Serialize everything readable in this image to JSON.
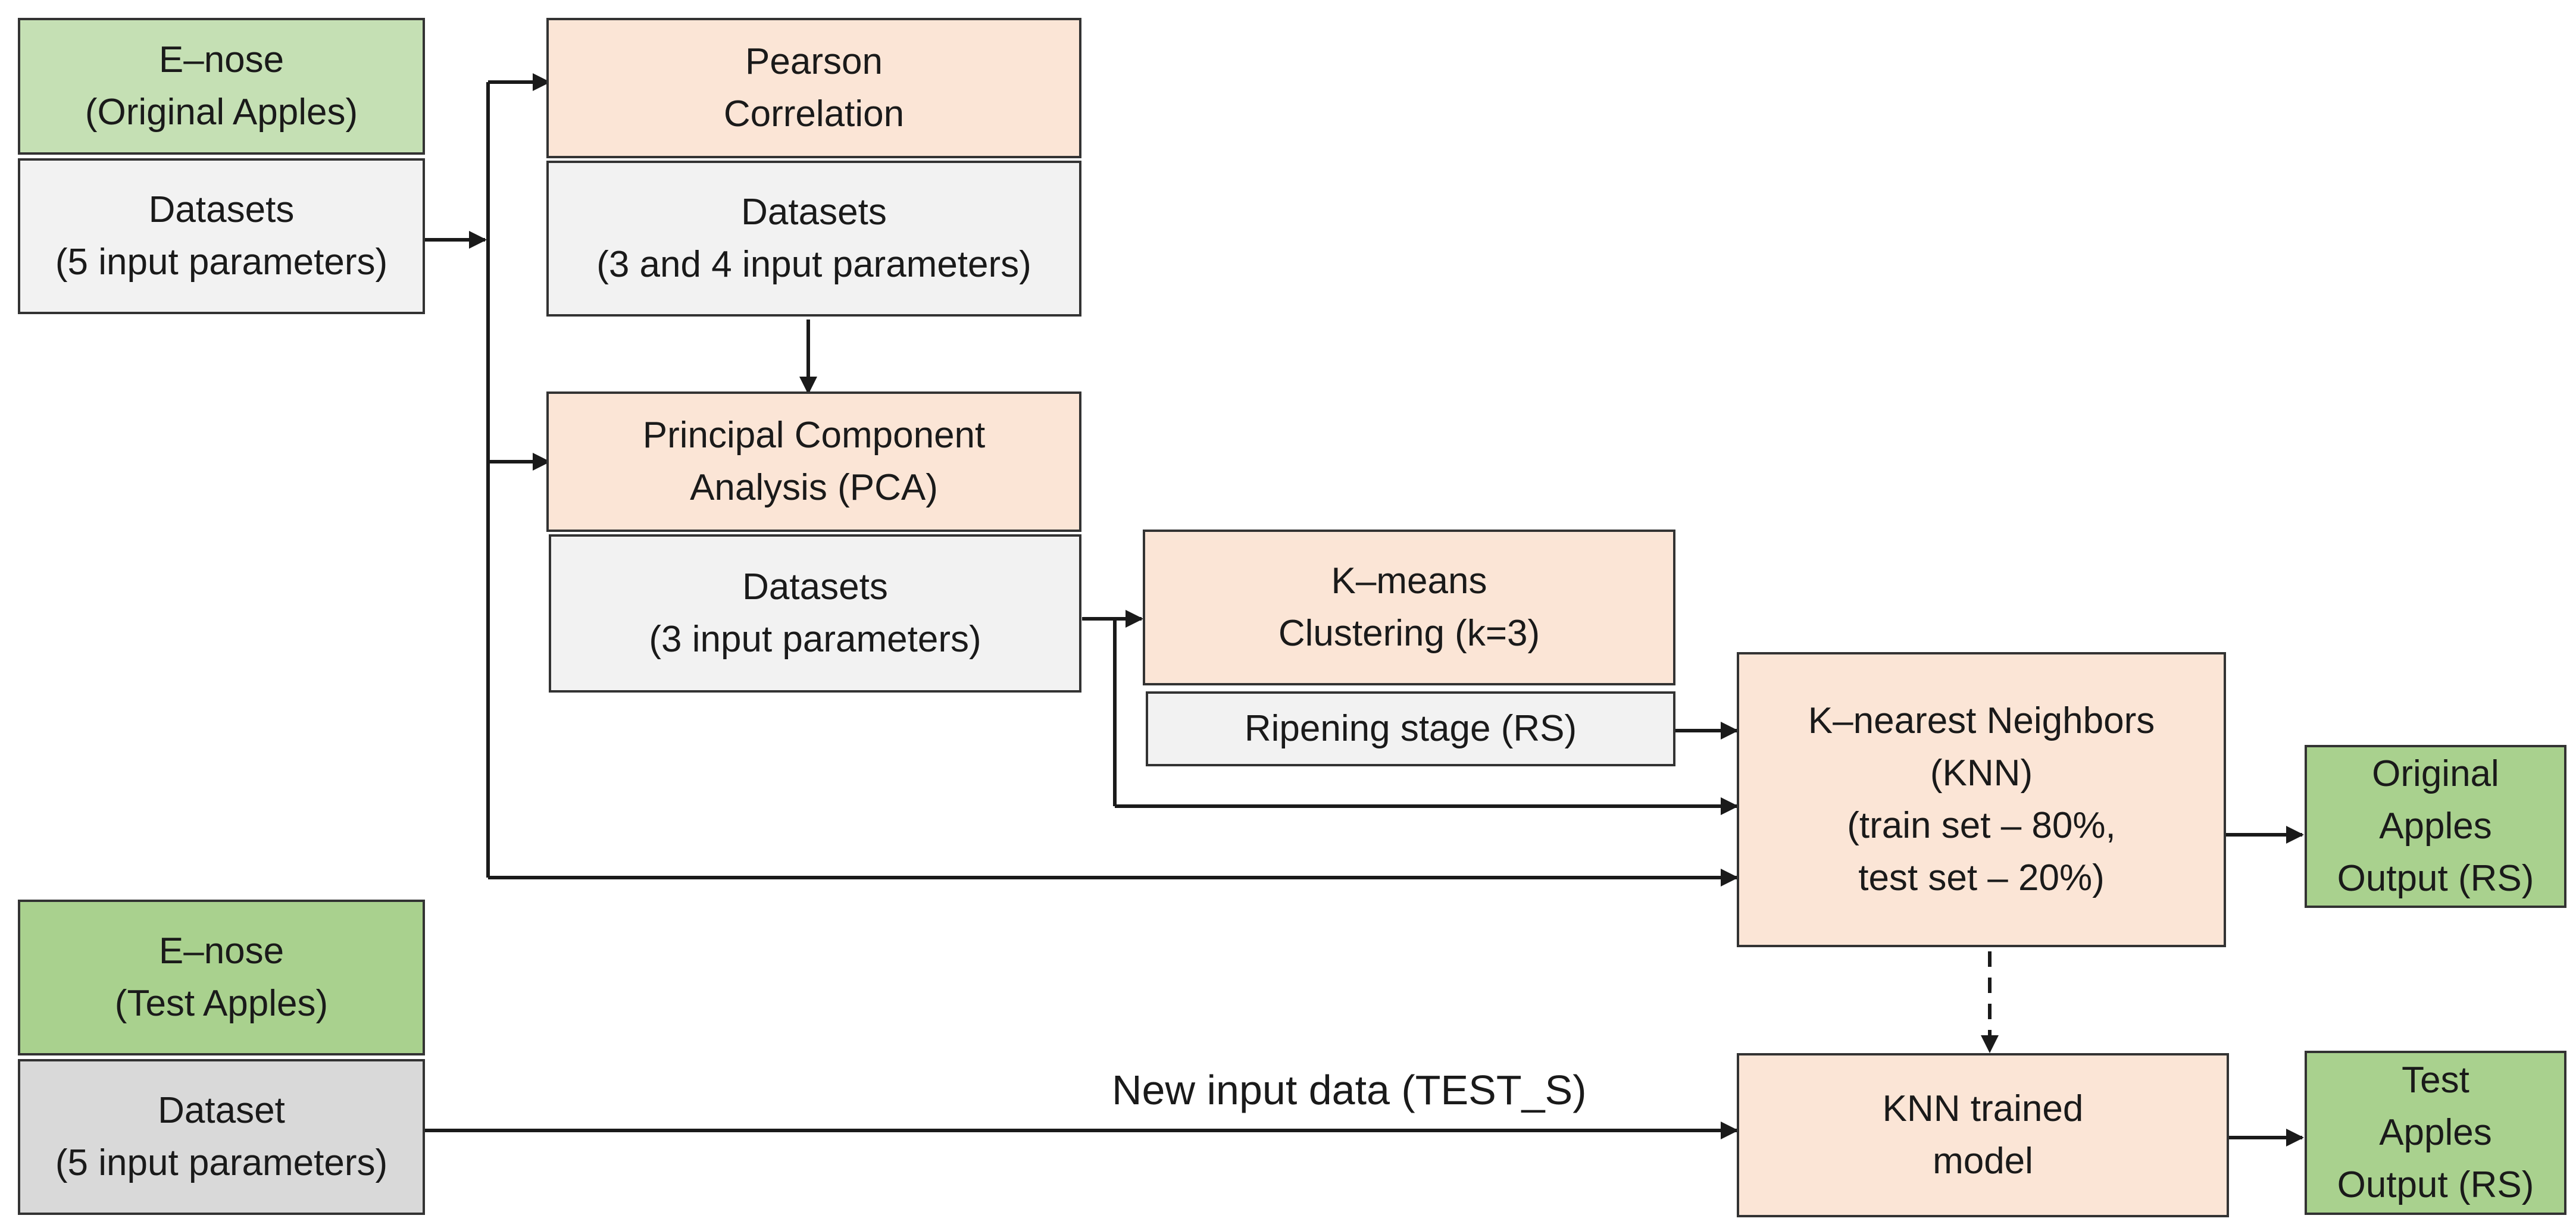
{
  "diagram": {
    "nodes": {
      "enose_original": {
        "line1": "E–nose",
        "line2": "(Original Apples)"
      },
      "datasets_5": {
        "line1": "Datasets",
        "line2": "(5 input parameters)"
      },
      "pearson": {
        "line1": "Pearson",
        "line2": "Correlation"
      },
      "datasets_34": {
        "line1": "Datasets",
        "line2": "(3 and 4 input parameters)"
      },
      "pca": {
        "line1": "Principal Component",
        "line2": "Analysis (PCA)"
      },
      "datasets_3": {
        "line1": "Datasets",
        "line2": "(3 input parameters)"
      },
      "kmeans": {
        "line1": "K–means",
        "line2": "Clustering (k=3)"
      },
      "ripening": {
        "line1": "Ripening stage (RS)"
      },
      "knn": {
        "line1": "K–nearest Neighbors",
        "line2": "(KNN)",
        "line3": "(train set – 80%,",
        "line4": "test set – 20%)"
      },
      "original_output": {
        "line1": "Original",
        "line2": "Apples",
        "line3": "Output (RS)"
      },
      "enose_test": {
        "line1": "E–nose",
        "line2": "(Test Apples)"
      },
      "dataset_test": {
        "line1": "Dataset",
        "line2": "(5 input parameters)"
      },
      "knn_trained": {
        "line1": "KNN trained",
        "line2": "model"
      },
      "test_output": {
        "line1": "Test",
        "line2": "Apples",
        "line3": "Output (RS)"
      }
    },
    "edge_labels": {
      "new_input": "New input data (TEST_S)"
    },
    "colors": {
      "green_light": "#c5e0b4",
      "green": "#a9d18e",
      "peach": "#fbe5d6",
      "grey_light": "#f2f2f2",
      "grey": "#d9d9d9",
      "line": "#1a1a1a"
    }
  }
}
